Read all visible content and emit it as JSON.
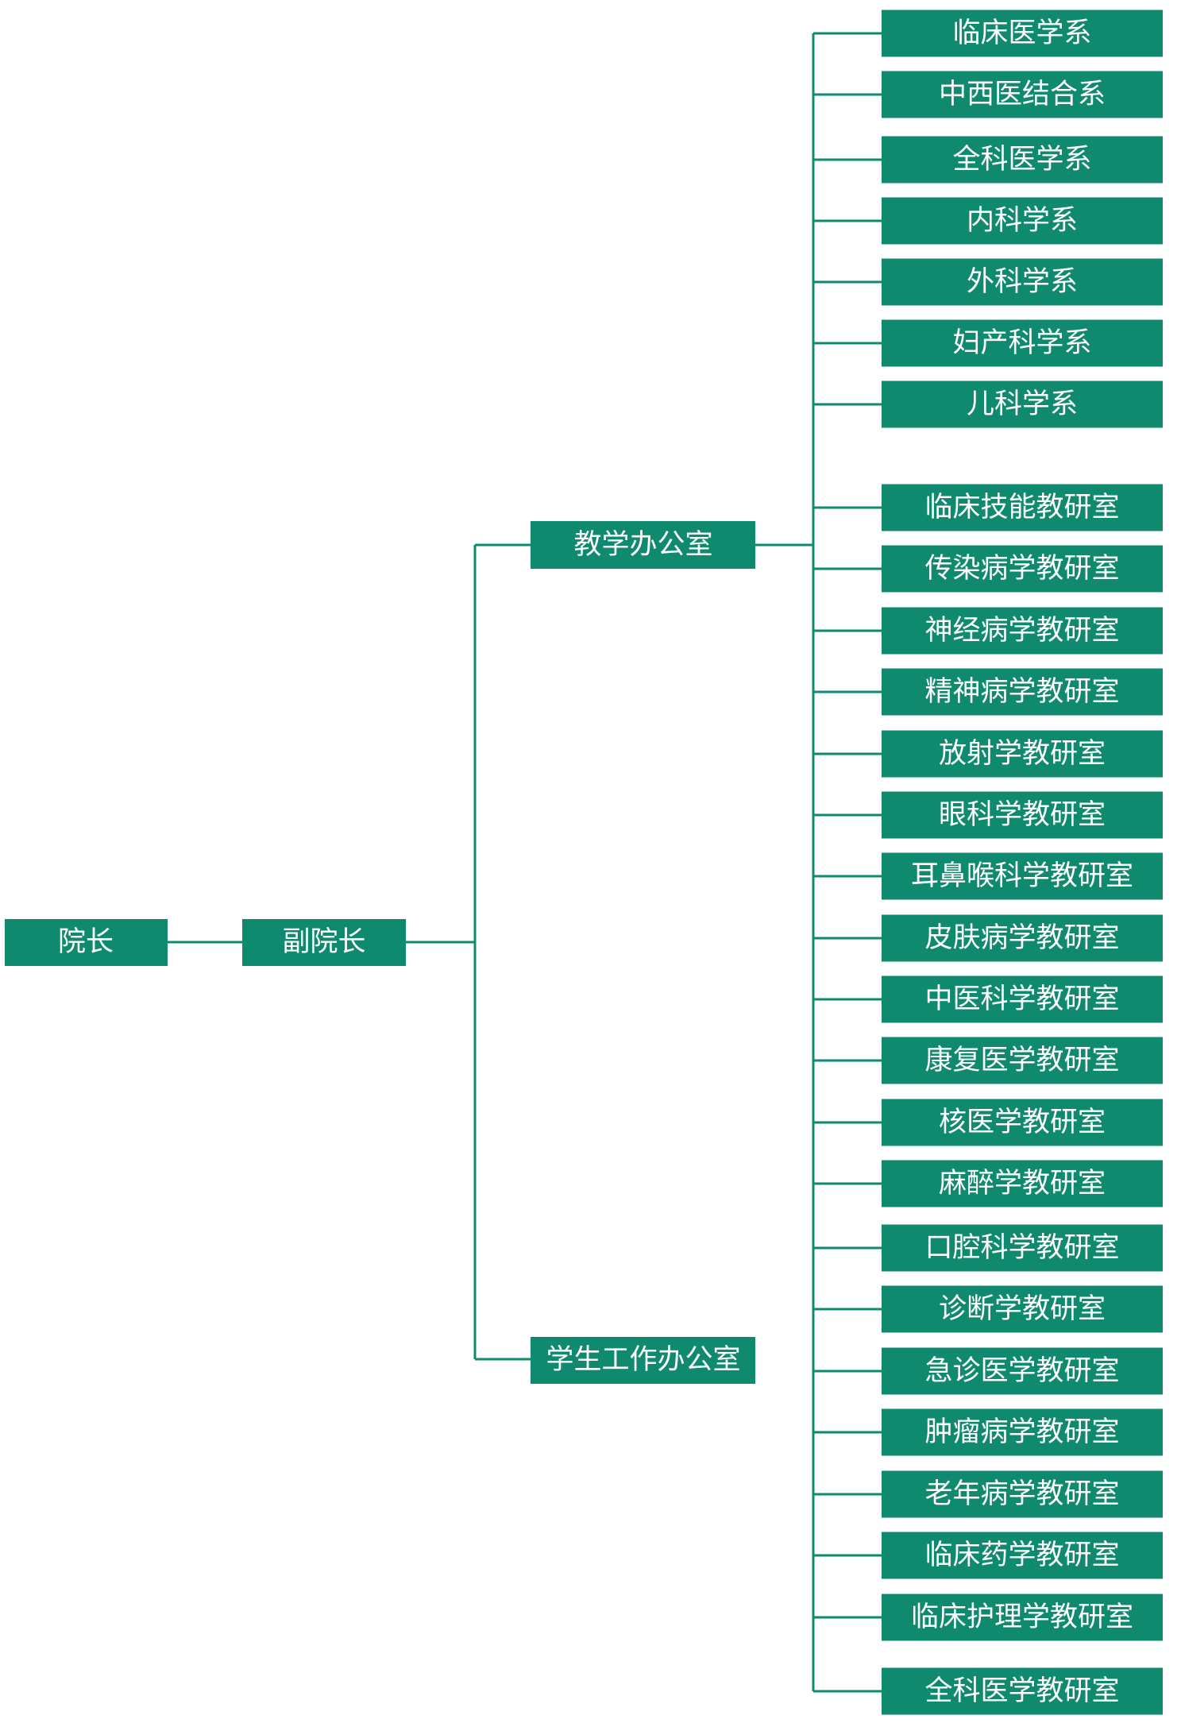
{
  "org_chart": {
    "root": "院长",
    "vice": "副院长",
    "offices": [
      {
        "name": "教学办公室",
        "departments": [
          "临床医学系",
          "中西医结合系",
          "全科医学系",
          "内科学系",
          "外科学系",
          "妇产科学系",
          "儿科学系"
        ],
        "teaching_rooms": [
          "临床技能教研室",
          "传染病学教研室",
          "神经病学教研室",
          "精神病学教研室",
          "放射学教研室",
          "眼科学教研室",
          "耳鼻喉科学教研室",
          "皮肤病学教研室",
          "中医科学教研室",
          "康复医学教研室",
          "核医学教研室",
          "麻醉学教研室",
          "口腔科学教研室",
          "诊断学教研室",
          "急诊医学教研室",
          "肿瘤病学教研室",
          "老年病学教研室",
          "临床药学教研室",
          "临床护理学教研室",
          "全科医学教研室"
        ]
      },
      {
        "name": "学生工作办公室",
        "departments": [],
        "teaching_rooms": []
      }
    ]
  },
  "colors": {
    "box": "#0f8a6e",
    "line": "#0f8a6e",
    "text": "#ffffff"
  }
}
